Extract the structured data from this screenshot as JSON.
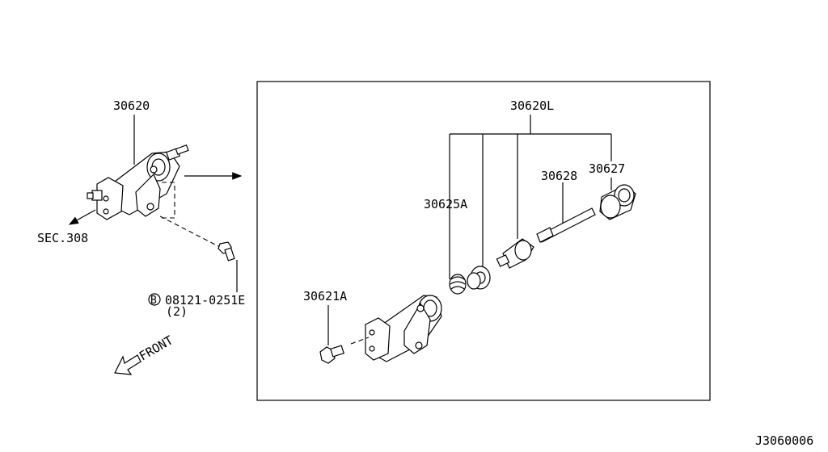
{
  "diagram": {
    "labels": {
      "part_30620": "30620",
      "sec_308": "SEC.308",
      "bolt_part": "08121-0251E",
      "bolt_qty": "(2)",
      "bolt_marker": "B",
      "front": "FRONT",
      "kit_30620L": "30620L",
      "part_30628": "30628",
      "part_30627": "30627",
      "part_30625A": "30625A",
      "part_30621A": "30621A",
      "diagram_id": "J3060006"
    }
  }
}
